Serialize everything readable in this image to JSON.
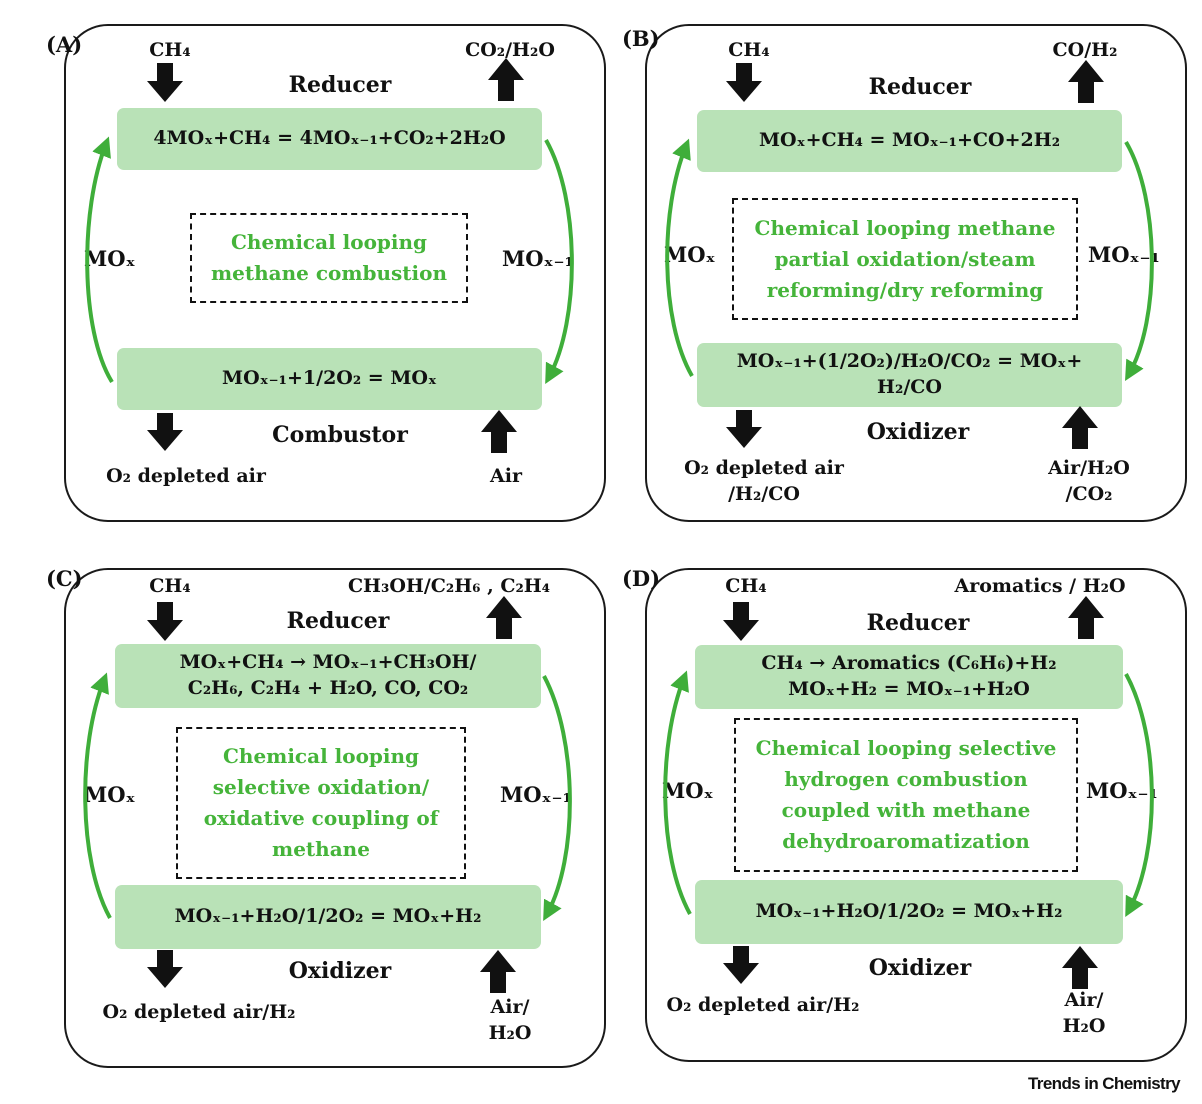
{
  "footer": "Trends in Chemistry",
  "colors": {
    "box_fill": "#b9e2b7",
    "green_text": "#45b43a",
    "arrow_green": "#3fae3a",
    "arrow_black": "#111111"
  },
  "panels": {
    "a": {
      "letter": "(A)",
      "input_top": "CH₄",
      "output_top": "CO₂/H₂O",
      "reactor_top": "Reducer",
      "top_box": [
        "4MOₓ+CH₄ = 4MOₓ₋₁+CO₂+2H₂O"
      ],
      "process": [
        "Chemical looping",
        "methane combustion"
      ],
      "left_label": "MOₓ",
      "right_label": "MOₓ₋₁",
      "bottom_box": [
        "MOₓ₋₁+1/2O₂ = MOₓ"
      ],
      "reactor_bottom": "Combustor",
      "output_bottom": [
        "O₂ depleted air"
      ],
      "input_bottom": [
        "Air"
      ]
    },
    "b": {
      "letter": "(B)",
      "input_top": "CH₄",
      "output_top": "CO/H₂",
      "reactor_top": "Reducer",
      "top_box": [
        "MOₓ+CH₄ = MOₓ₋₁+CO+2H₂"
      ],
      "process": [
        "Chemical looping methane",
        "partial oxidation/steam",
        "reforming/dry reforming"
      ],
      "left_label": "MOₓ",
      "right_label": "MOₓ₋₁",
      "bottom_box": [
        "MOₓ₋₁+(1/2O₂)/H₂O/CO₂ = MOₓ+",
        "H₂/CO"
      ],
      "reactor_bottom": "Oxidizer",
      "output_bottom": [
        "O₂ depleted air",
        "/H₂/CO"
      ],
      "input_bottom": [
        "Air/H₂O",
        "/CO₂"
      ]
    },
    "c": {
      "letter": "(C)",
      "input_top": "CH₄",
      "output_top": "CH₃OH/C₂H₆ , C₂H₄",
      "reactor_top": "Reducer",
      "top_box": [
        "MOₓ+CH₄ → MOₓ₋₁+CH₃OH/",
        "C₂H₆, C₂H₄ + H₂O, CO, CO₂"
      ],
      "process": [
        "Chemical looping",
        "selective oxidation/",
        "oxidative coupling of",
        "methane"
      ],
      "left_label": "MOₓ",
      "right_label": "MOₓ₋₁",
      "bottom_box": [
        "MOₓ₋₁+H₂O/1/2O₂ = MOₓ+H₂"
      ],
      "reactor_bottom": "Oxidizer",
      "output_bottom": [
        "O₂ depleted air/H₂"
      ],
      "input_bottom": [
        "Air/",
        "H₂O"
      ]
    },
    "d": {
      "letter": "(D)",
      "input_top": "CH₄",
      "output_top": "Aromatics / H₂O",
      "reactor_top": "Reducer",
      "top_box": [
        "CH₄ → Aromatics (C₆H₆)+H₂",
        "MOₓ+H₂ = MOₓ₋₁+H₂O"
      ],
      "process": [
        "Chemical looping selective",
        "hydrogen combustion",
        "coupled with methane",
        "dehydroaromatization"
      ],
      "left_label": "MOₓ",
      "right_label": "MOₓ₋₁",
      "bottom_box": [
        "MOₓ₋₁+H₂O/1/2O₂ = MOₓ+H₂"
      ],
      "reactor_bottom": "Oxidizer",
      "output_bottom": [
        "O₂ depleted air/H₂"
      ],
      "input_bottom": [
        "Air/",
        "H₂O"
      ]
    }
  }
}
